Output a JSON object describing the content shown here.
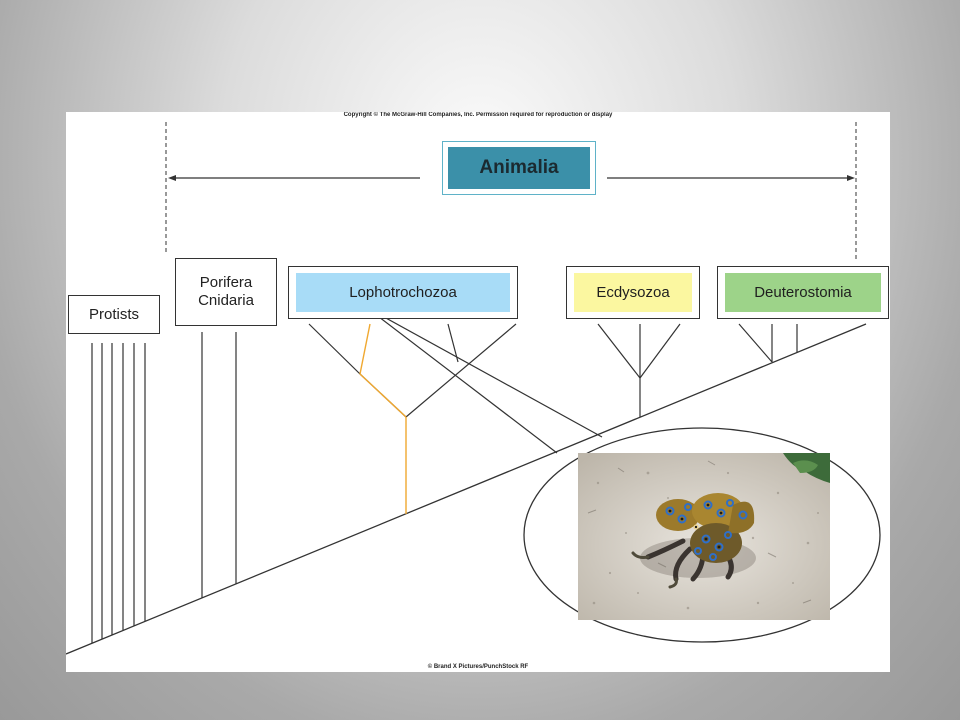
{
  "header": {
    "copyright": "Copyright © The McGraw-Hill Companies, Inc. Permission required for reproduction or display"
  },
  "footer": {
    "credit": "© Brand X Pictures/PunchStock RF"
  },
  "diagram": {
    "root": "Animalia",
    "groups": {
      "protists": "Protists",
      "porifera_line1": "Porifera",
      "porifera_line2": "Cnidaria",
      "lophotrochozoa": "Lophotrochozoa",
      "ecdysozoa": "Ecdysozoa",
      "deuterostomia": "Deuterostomia"
    },
    "colors": {
      "animalia_fill": "#3b90a9",
      "lophotrochozoa_fill": "#a8dcf7",
      "ecdysozoa_fill": "#fbf7a0",
      "deuterostomia_fill": "#9dd389",
      "highlight_branch": "#f0a830"
    }
  }
}
